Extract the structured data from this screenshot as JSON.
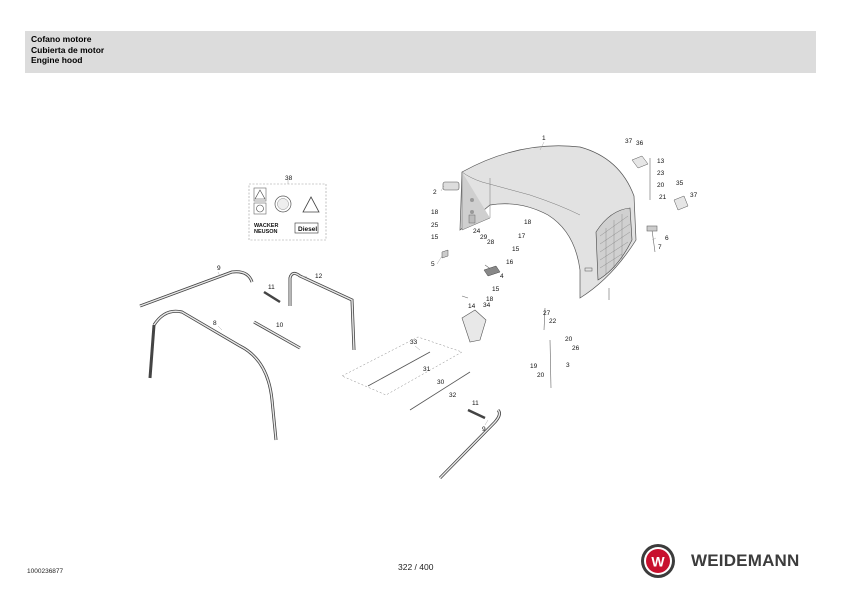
{
  "header": {
    "title_it": "Cofano motore",
    "title_es": "Cubierta de motor",
    "title_en": "Engine hood"
  },
  "footer": {
    "document_number": "1000236877",
    "page_indicator": "322 / 400"
  },
  "brand": {
    "name": "WEIDEMANN",
    "logo_letter": "W",
    "color_red": "#c8102e",
    "color_grey": "#3c3c3c"
  },
  "decal_sheet": {
    "label": "38",
    "logo_text_1": "WACKER",
    "logo_text_2": "NEUSON",
    "diesel_text": "Diesel"
  },
  "callouts": {
    "c1": "1",
    "c2": "2",
    "c3": "3",
    "c4": "4",
    "c5": "5",
    "c6": "6",
    "c7": "7",
    "c8": "8",
    "c9a": "9",
    "c9b": "9",
    "c10": "10",
    "c11a": "11",
    "c11b": "11",
    "c12": "12",
    "c13": "13",
    "c14": "14",
    "c15a": "15",
    "c15b": "15",
    "c15c": "15",
    "c16": "16",
    "c17": "17",
    "c18a": "18",
    "c18b": "18",
    "c18c": "18",
    "c19": "19",
    "c20a": "20",
    "c20b": "20",
    "c20c": "20",
    "c21": "21",
    "c22": "22",
    "c23": "23",
    "c24": "24",
    "c25": "25",
    "c26": "26",
    "c27": "27",
    "c28": "28",
    "c29": "29",
    "c30": "30",
    "c31": "31",
    "c32": "32",
    "c33": "33",
    "c34": "34",
    "c35": "35",
    "c36": "36",
    "c37a": "37",
    "c37b": "37"
  }
}
